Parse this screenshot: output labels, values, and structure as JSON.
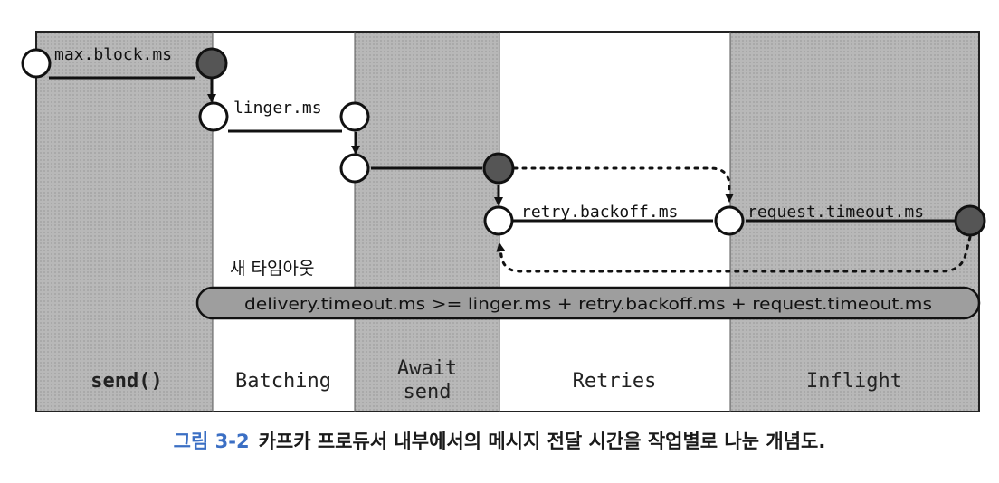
{
  "stages": [
    {
      "label": "send()"
    },
    {
      "label": "Batching"
    },
    {
      "label_line1": "Await",
      "label_line2": "send"
    },
    {
      "label": "Retries"
    },
    {
      "label": "Inflight"
    }
  ],
  "config_labels": {
    "max_block": "max.block.ms",
    "linger": "linger.ms",
    "retry_backoff": "retry.backoff.ms",
    "request_timeout": "request.timeout.ms"
  },
  "new_timeout_label": "새 타임아웃",
  "formula": "delivery.timeout.ms >= linger.ms + retry.backoff.ms + request.timeout.ms",
  "caption": {
    "number": "그림 3-2",
    "text": "카프카 프로듀서 내부에서의 메시지 전달 시간을 작업별로 나눈 개념도."
  },
  "colors": {
    "shaded_column": "#b3b3b3",
    "white_column": "#ffffff",
    "filled_circle": "#555555",
    "formula_pill": "#9e9e9e",
    "caption_number": "#3b6fc4"
  }
}
